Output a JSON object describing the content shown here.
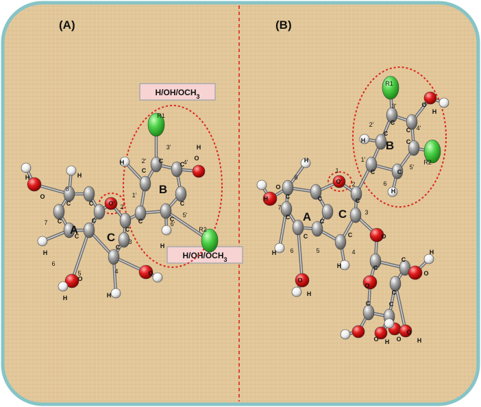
{
  "panels": [
    {
      "label": "(A)"
    },
    {
      "label": "(B)"
    }
  ],
  "substituent_label": {
    "text": "H/OH/OCH",
    "subscript": "3"
  },
  "panel_a": {
    "rings": [
      "A",
      "C",
      "B"
    ],
    "atoms": {
      "c": "C",
      "o": "O",
      "h": "H",
      "r1": "R1",
      "r2": "R2",
      "o_prime": "O'"
    },
    "positions": [
      "1'",
      "2'",
      "3'",
      "4'",
      "5'",
      "6'",
      "2",
      "3",
      "4",
      "5",
      "6",
      "7",
      "8"
    ]
  },
  "panel_b": {
    "rings": [
      "A",
      "C",
      "B"
    ],
    "atoms": {
      "c": "C",
      "o": "O",
      "h": "H",
      "r1": "R1",
      "r2": "R2",
      "o_prime": "O'"
    },
    "positions": [
      "1",
      "1'",
      "2'",
      "3'",
      "4'",
      "5'",
      "6",
      "2",
      "3",
      "4",
      "5",
      "6",
      "7",
      "8"
    ]
  },
  "colors": {
    "background": "#e2c79a",
    "border": "#86c4c7",
    "carbon": "#9a9a9a",
    "oxygen": "#e21d1d",
    "hydrogen": "#f2f2f2",
    "substituent": "#4fd24a",
    "dashed": "#d9261c",
    "label_box": "#f7d3d3"
  }
}
